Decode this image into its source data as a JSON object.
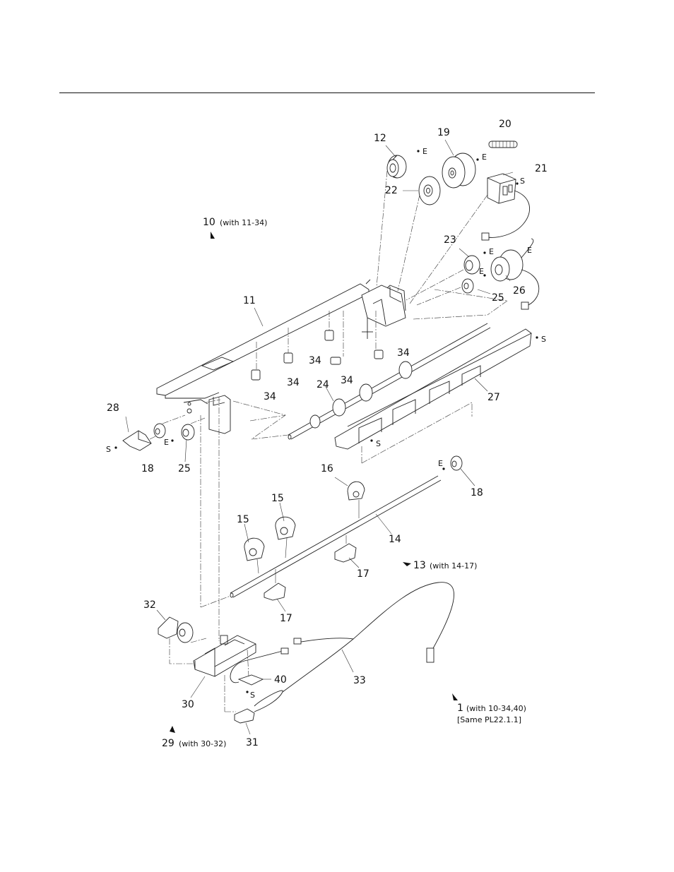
{
  "callouts": [
    {
      "id": "p12",
      "num": "12"
    },
    {
      "id": "p19",
      "num": "19"
    },
    {
      "id": "p20",
      "num": "20"
    },
    {
      "id": "p21",
      "num": "21"
    },
    {
      "id": "p22",
      "num": "22"
    },
    {
      "id": "p23",
      "num": "23"
    },
    {
      "id": "p26",
      "num": "26"
    },
    {
      "id": "p25a",
      "num": "25"
    },
    {
      "id": "p11",
      "num": "11"
    },
    {
      "id": "p34a",
      "num": "34"
    },
    {
      "id": "p34b",
      "num": "34"
    },
    {
      "id": "p34c",
      "num": "34"
    },
    {
      "id": "p34d",
      "num": "34"
    },
    {
      "id": "p24",
      "num": "24"
    },
    {
      "id": "p27",
      "num": "27"
    },
    {
      "id": "p28",
      "num": "28"
    },
    {
      "id": "p18a",
      "num": "18"
    },
    {
      "id": "p25b",
      "num": "25"
    },
    {
      "id": "p16",
      "num": "16"
    },
    {
      "id": "p18b",
      "num": "18"
    },
    {
      "id": "p15a",
      "num": "15"
    },
    {
      "id": "p15b",
      "num": "15"
    },
    {
      "id": "p14",
      "num": "14"
    },
    {
      "id": "p17a",
      "num": "17"
    },
    {
      "id": "p17b",
      "num": "17"
    },
    {
      "id": "p32",
      "num": "32"
    },
    {
      "id": "p40",
      "num": "40"
    },
    {
      "id": "p33",
      "num": "33"
    },
    {
      "id": "p30",
      "num": "30"
    },
    {
      "id": "p31",
      "num": "31"
    }
  ],
  "assemblies": {
    "a10": {
      "num": "10",
      "note": "(with 11-34)"
    },
    "a13": {
      "num": "13",
      "note": "(with 14-17)"
    },
    "a29": {
      "num": "29",
      "note": "(with 30-32)"
    },
    "a1": {
      "num": "1",
      "note": "(with 10-34,40)",
      "same": "[Same PL22.1.1]"
    }
  },
  "tags": {
    "e": "E",
    "s": "S"
  }
}
